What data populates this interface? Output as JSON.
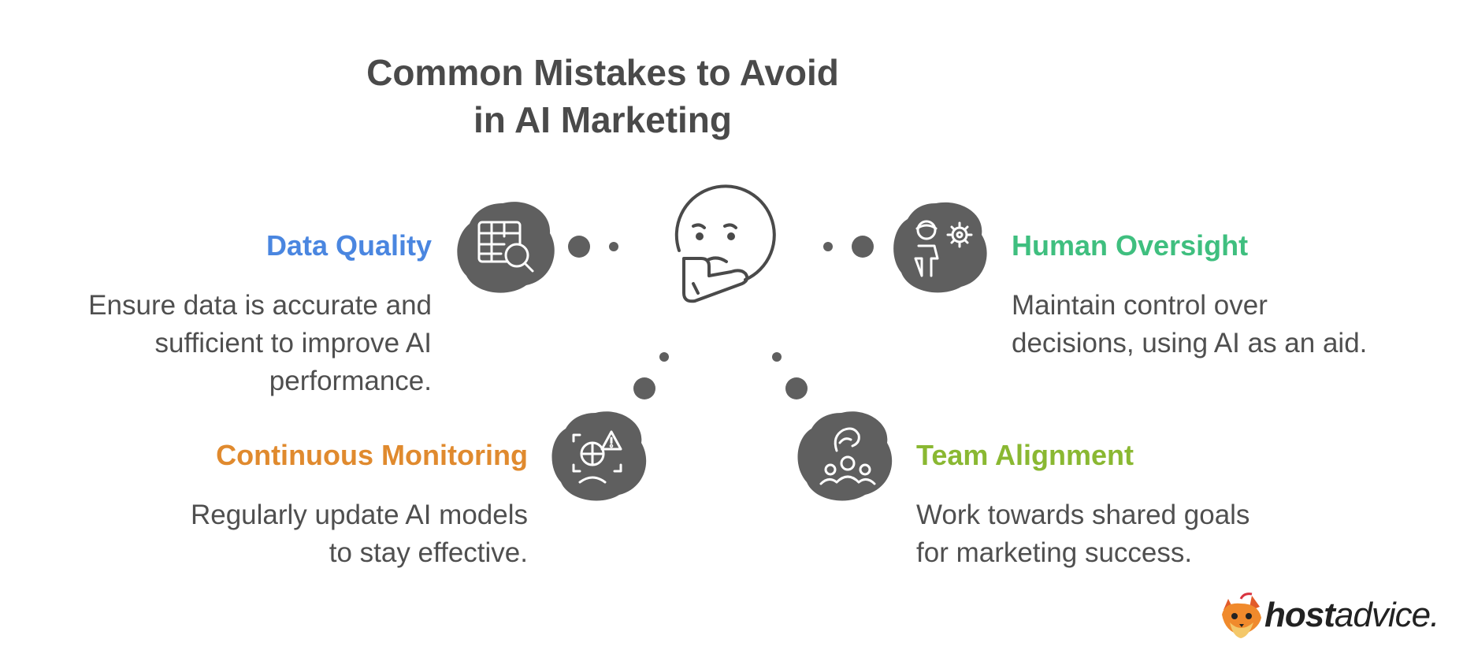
{
  "title": {
    "line1": "Common Mistakes to Avoid",
    "line2": "in AI Marketing"
  },
  "items": [
    {
      "heading": "Data Quality",
      "desc_lines": [
        "Ensure data is accurate and",
        "sufficient to improve AI",
        "performance."
      ],
      "color": "#4a86e0",
      "icon": "table-search-icon"
    },
    {
      "heading": "Human Oversight",
      "desc_lines": [
        "Maintain control over",
        "decisions, using AI as an aid."
      ],
      "color": "#3fbf7f",
      "icon": "person-gear-icon"
    },
    {
      "heading": "Continuous Monitoring",
      "desc_lines": [
        "Regularly update AI models",
        "to stay effective."
      ],
      "color": "#e08a2e",
      "icon": "monitor-alert-icon"
    },
    {
      "heading": "Team Alignment",
      "desc_lines": [
        "Work towards shared goals",
        "for marketing success."
      ],
      "color": "#8ab832",
      "icon": "team-hand-icon"
    }
  ],
  "center_icon": "thinking-face-icon",
  "logo": {
    "bold": "host",
    "light": "advice."
  },
  "colors": {
    "blob": "#5f5f5f",
    "title": "#4a4a4a",
    "text": "#4f4f4f"
  }
}
